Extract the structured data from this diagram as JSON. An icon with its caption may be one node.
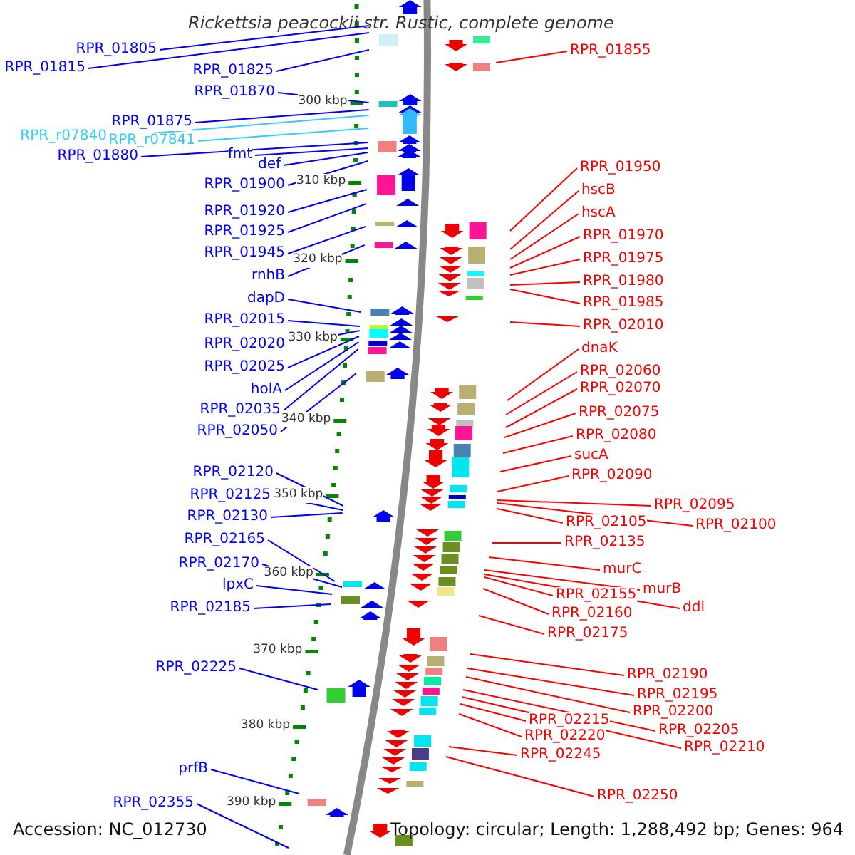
{
  "diagram": {
    "title": "Rickettsia peacockii str. Rustic, complete genome",
    "nodes": [
      {
        "text": [
          "RPR_01805"
        ]
      },
      {
        "text": [
          "RPR_01815"
        ]
      },
      {
        "text": [
          "RPR_01825"
        ]
      },
      {
        "text": [
          "RPR_01870"
        ]
      },
      {
        "text": [
          "RPR_01875"
        ]
      },
      {
        "text": [
          "RPR_r07840"
        ]
      },
      {
        "text": [
          "RPR_r07841"
        ]
      },
      {
        "text": [
          "RPR_01880"
        ]
      },
      {
        "text": [
          "fmt"
        ]
      },
      {
        "text": [
          "def"
        ]
      },
      {
        "text": [
          "RPR_01900"
        ]
      },
      {
        "text": [
          "RPR_01920"
        ]
      },
      {
        "text": [
          "RPR_01925"
        ]
      },
      {
        "text": [
          "RPR_01945"
        ]
      },
      {
        "text": [
          "rnhB"
        ]
      },
      {
        "text": [
          "dapD"
        ]
      },
      {
        "text": [
          "RPR_02015"
        ]
      },
      {
        "text": [
          "RPR_02020"
        ]
      },
      {
        "text": [
          "RPR_02025"
        ]
      },
      {
        "text": [
          "holA"
        ]
      },
      {
        "text": [
          "RPR_02035"
        ]
      },
      {
        "text": [
          "RPR_02050"
        ]
      },
      {
        "text": [
          "RPR_02120"
        ]
      },
      {
        "text": [
          "RPR_02125"
        ]
      },
      {
        "text": [
          "RPR_02130"
        ]
      },
      {
        "text": [
          "RPR_02165"
        ]
      },
      {
        "text": [
          "RPR_02170"
        ]
      },
      {
        "text": [
          "lpxC"
        ]
      },
      {
        "text": [
          "RPR_02185"
        ]
      },
      {
        "text": [
          "RPR_02225"
        ]
      },
      {
        "text": [
          "prfB"
        ]
      },
      {
        "text": [
          "RPR_02355"
        ]
      },
      {
        "text": [
          "RPR_01855"
        ]
      },
      {
        "text": [
          "RPR_01950"
        ]
      },
      {
        "text": [
          "hscB"
        ]
      },
      {
        "text": [
          "hscA"
        ]
      },
      {
        "text": [
          "RPR_01970"
        ]
      },
      {
        "text": [
          "RPR_01975"
        ]
      },
      {
        "text": [
          "RPR_01980"
        ]
      },
      {
        "text": [
          "RPR_01985"
        ]
      },
      {
        "text": [
          "RPR_02010"
        ]
      },
      {
        "text": [
          "dnaK"
        ]
      },
      {
        "text": [
          "RPR_02060"
        ]
      },
      {
        "text": [
          "RPR_02070"
        ]
      },
      {
        "text": [
          "RPR_02075"
        ]
      },
      {
        "text": [
          "RPR_02080"
        ]
      },
      {
        "text": [
          "sucA"
        ]
      },
      {
        "text": [
          "RPR_02090"
        ]
      },
      {
        "text": [
          "RPR_02095"
        ]
      },
      {
        "text": [
          "RPR_02100"
        ]
      },
      {
        "text": [
          "RPR_02105"
        ]
      },
      {
        "text": [
          "RPR_02135"
        ]
      },
      {
        "text": [
          "murC"
        ]
      },
      {
        "text": [
          "murB"
        ]
      },
      {
        "text": [
          "RPR_02155"
        ]
      },
      {
        "text": [
          "ddl"
        ]
      },
      {
        "text": [
          "RPR_02160"
        ]
      },
      {
        "text": [
          "RPR_02175"
        ]
      },
      {
        "text": [
          "RPR_02190"
        ]
      },
      {
        "text": [
          "RPR_02195"
        ]
      },
      {
        "text": [
          "RPR_02200"
        ]
      },
      {
        "text": [
          "RPR_02205"
        ]
      },
      {
        "text": [
          "RPR_02210"
        ]
      },
      {
        "text": [
          "RPR_02215"
        ]
      },
      {
        "text": [
          "RPR_02220"
        ]
      },
      {
        "text": [
          "RPR_02245"
        ]
      },
      {
        "text": [
          "RPR_02250"
        ]
      }
    ],
    "edges": [
      {
        "from": 0,
        "to": null,
        "arrow": "none",
        "color": "#0000ff"
      },
      {
        "from": 1,
        "to": null,
        "arrow": "none",
        "color": "#0000ff"
      },
      {
        "from": 2,
        "to": null,
        "arrow": "none",
        "color": "#0000ff"
      },
      {
        "from": 3,
        "to": null,
        "arrow": "none",
        "color": "#0000ff"
      },
      {
        "from": 4,
        "to": null,
        "arrow": "none",
        "color": "#0000ff"
      },
      {
        "from": 5,
        "to": null,
        "arrow": "none",
        "color": "#33ccff"
      },
      {
        "from": 6,
        "to": null,
        "arrow": "none",
        "color": "#33ccff"
      },
      {
        "from": 7,
        "to": null,
        "arrow": "none",
        "color": "#0000ff"
      },
      {
        "from": 8,
        "to": null,
        "arrow": "none",
        "color": "#0000ff"
      },
      {
        "from": 9,
        "to": null,
        "arrow": "none",
        "color": "#0000ff"
      },
      {
        "from": 10,
        "to": null,
        "arrow": "none",
        "color": "#0000ff"
      },
      {
        "from": 11,
        "to": null,
        "arrow": "none",
        "color": "#0000ff"
      },
      {
        "from": 12,
        "to": null,
        "arrow": "none",
        "color": "#0000ff"
      },
      {
        "from": 13,
        "to": null,
        "arrow": "none",
        "color": "#0000ff"
      },
      {
        "from": 14,
        "to": null,
        "arrow": "none",
        "color": "#0000ff"
      },
      {
        "from": 15,
        "to": null,
        "arrow": "none",
        "color": "#0000ff"
      },
      {
        "from": 16,
        "to": null,
        "arrow": "none",
        "color": "#0000ff"
      },
      {
        "from": 17,
        "to": null,
        "arrow": "none",
        "color": "#0000ff"
      },
      {
        "from": 18,
        "to": null,
        "arrow": "none",
        "color": "#0000ff"
      },
      {
        "from": 19,
        "to": null,
        "arrow": "none",
        "color": "#0000ff"
      },
      {
        "from": 20,
        "to": null,
        "arrow": "none",
        "color": "#0000ff"
      },
      {
        "from": 21,
        "to": null,
        "arrow": "none",
        "color": "#0000ff"
      },
      {
        "from": 22,
        "to": null,
        "arrow": "none",
        "color": "#0000ff"
      },
      {
        "from": 23,
        "to": null,
        "arrow": "none",
        "color": "#0000ff"
      },
      {
        "from": 24,
        "to": null,
        "arrow": "none",
        "color": "#0000ff"
      },
      {
        "from": 25,
        "to": null,
        "arrow": "none",
        "color": "#0000ff"
      },
      {
        "from": 26,
        "to": null,
        "arrow": "none",
        "color": "#0000ff"
      },
      {
        "from": 27,
        "to": null,
        "arrow": "none",
        "color": "#0000ff"
      },
      {
        "from": 28,
        "to": null,
        "arrow": "none",
        "color": "#0000ff"
      },
      {
        "from": 29,
        "to": null,
        "arrow": "none",
        "color": "#0000ff"
      },
      {
        "from": 30,
        "to": null,
        "arrow": "none",
        "color": "#0000ff"
      },
      {
        "from": 31,
        "to": null,
        "arrow": "none",
        "color": "#0000ff"
      },
      {
        "from": 32,
        "to": null,
        "arrow": "none"
      },
      {
        "from": 33,
        "to": null,
        "arrow": "none"
      },
      {
        "from": 34,
        "to": null,
        "arrow": "none"
      },
      {
        "from": 35,
        "to": null,
        "arrow": "none"
      },
      {
        "from": 36,
        "to": null,
        "arrow": "none"
      },
      {
        "from": 37,
        "to": null,
        "arrow": "none"
      },
      {
        "from": 38,
        "to": null,
        "arrow": "none"
      },
      {
        "from": 39,
        "to": null,
        "arrow": "none"
      },
      {
        "from": 40,
        "to": null,
        "arrow": "none"
      },
      {
        "from": 41,
        "to": null,
        "arrow": "none"
      },
      {
        "from": 42,
        "to": null,
        "arrow": "none"
      },
      {
        "from": 43,
        "to": null,
        "arrow": "none"
      },
      {
        "from": 44,
        "to": null,
        "arrow": "none"
      },
      {
        "from": 45,
        "to": null,
        "arrow": "none"
      },
      {
        "from": 46,
        "to": null,
        "arrow": "none"
      },
      {
        "from": 47,
        "to": null,
        "arrow": "none"
      },
      {
        "from": 48,
        "to": null,
        "arrow": "none"
      },
      {
        "from": 49,
        "to": null,
        "arrow": "none"
      },
      {
        "from": 50,
        "to": null,
        "arrow": "none"
      },
      {
        "from": 51,
        "to": null,
        "arrow": "none"
      },
      {
        "from": 52,
        "to": null,
        "arrow": "none"
      },
      {
        "from": 53,
        "to": null,
        "arrow": "none"
      },
      {
        "from": 54,
        "to": null,
        "arrow": "none"
      },
      {
        "from": 55,
        "to": null,
        "arrow": "none"
      },
      {
        "from": 56,
        "to": null,
        "arrow": "none"
      },
      {
        "from": 57,
        "to": null,
        "arrow": "none"
      },
      {
        "from": 58,
        "to": null,
        "arrow": "none"
      },
      {
        "from": 59,
        "to": null,
        "arrow": "none"
      },
      {
        "from": 60,
        "to": null,
        "arrow": "none"
      },
      {
        "from": 61,
        "to": null,
        "arrow": "none"
      },
      {
        "from": 62,
        "to": null,
        "arrow": "none"
      },
      {
        "from": 63,
        "to": null,
        "arrow": "none"
      },
      {
        "from": 64,
        "to": null,
        "arrow": "none"
      },
      {
        "from": 65,
        "to": null,
        "arrow": "none"
      },
      {
        "from": 66,
        "to": null,
        "arrow": "none"
      }
    ],
    "labels": [
      "300 kbp",
      "310 kbp",
      "320 kbp",
      "330 kbp",
      "340 kbp",
      "350 kbp",
      "360 kbp",
      "370 kbp",
      "380 kbp",
      "390 kbp",
      "Accession: NC_012730",
      "Topology: circular; Length: 1,288,492 bp; Genes: 964"
    ]
  }
}
